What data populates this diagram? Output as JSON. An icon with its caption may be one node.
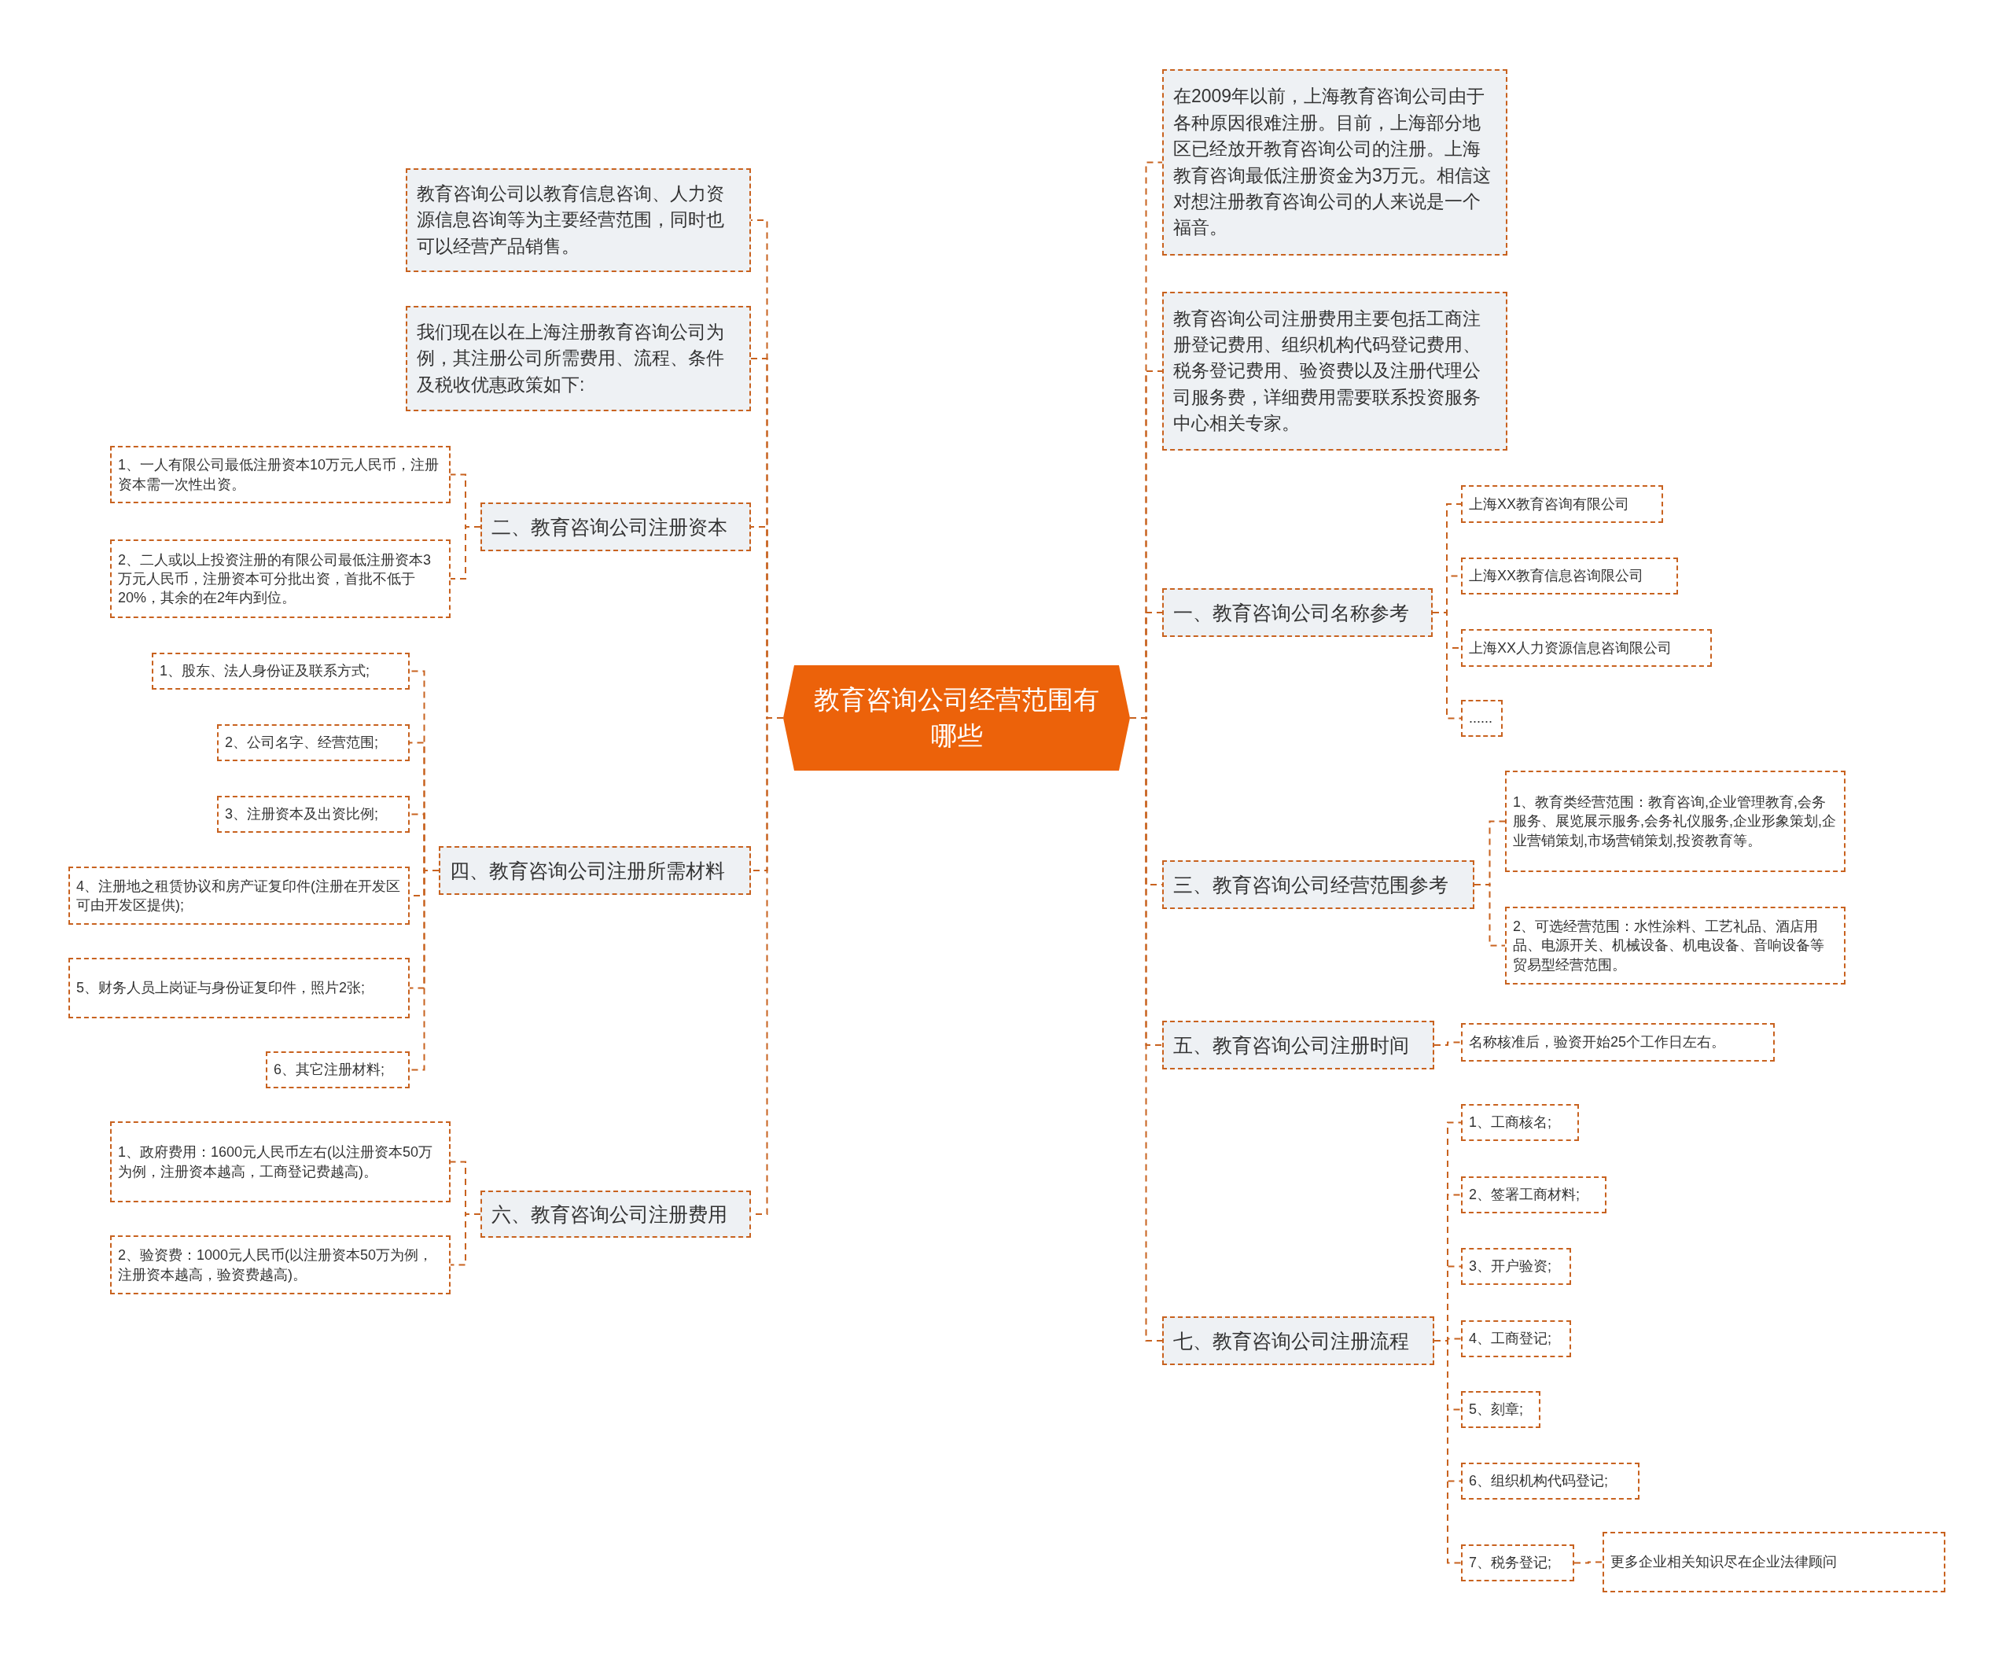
{
  "diagram": {
    "nodes": [
      {
        "text": [
          "教育咨询公司经营范围有哪些"
        ]
      },
      {
        "text": [
          "教育咨询公司以教育信息咨询、人力资源信息咨询等为主要经营范围，同时也可以经营产品销售。"
        ]
      },
      {
        "text": [
          "我们现在以在上海注册教育咨询公司为例，其注册公司所需费用、流程、条件及税收优惠政策如下:"
        ]
      },
      {
        "text": [
          "二、教育咨询公司注册资本"
        ]
      },
      {
        "text": [
          "1、一人有限公司最低注册资本10万元人民币，注册资本需一次性出资。"
        ]
      },
      {
        "text": [
          "2、二人或以上投资注册的有限公司最低注册资本3万元人民币，注册资本可分批出资，首批不低于20%，其余的在2年内到位。"
        ]
      },
      {
        "text": [
          "四、教育咨询公司注册所需材料"
        ]
      },
      {
        "text": [
          "1、股东、法人身份证及联系方式;"
        ]
      },
      {
        "text": [
          "2、公司名字、经营范围;"
        ]
      },
      {
        "text": [
          "3、注册资本及出资比例;"
        ]
      },
      {
        "text": [
          "4、注册地之租赁协议和房产证复印件(注册在开发区可由开发区提供);"
        ]
      },
      {
        "text": [
          "5、财务人员上岗证与身份证复印件，照片2张;"
        ]
      },
      {
        "text": [
          "6、其它注册材料;"
        ]
      },
      {
        "text": [
          "六、教育咨询公司注册费用"
        ]
      },
      {
        "text": [
          "1、政府费用：1600元人民币左右(以注册资本50万为例，注册资本越高，工商登记费越高)。"
        ]
      },
      {
        "text": [
          "2、验资费：1000元人民币(以注册资本50万为例，注册资本越高，验资费越高)。"
        ]
      },
      {
        "text": [
          "在2009年以前，上海教育咨询公司由于各种原因很难注册。目前，上海部分地区已经放开教育咨询公司的注册。上海教育咨询最低注册资金为3万元。相信这对想注册教育咨询公司的人来说是一个福音。"
        ]
      },
      {
        "text": [
          "教育咨询公司注册费用主要包括工商注册登记费用、组织机构代码登记费用、税务登记费用、验资费以及注册代理公司服务费，详细费用需要联系投资服务中心相关专家。"
        ]
      },
      {
        "text": [
          "一、教育咨询公司名称参考"
        ]
      },
      {
        "text": [
          "上海XX教育咨询有限公司"
        ]
      },
      {
        "text": [
          "上海XX教育信息咨询限公司"
        ]
      },
      {
        "text": [
          "上海XX人力资源信息咨询限公司"
        ]
      },
      {
        "text": [
          "......"
        ]
      },
      {
        "text": [
          "三、教育咨询公司经营范围参考"
        ]
      },
      {
        "text": [
          "1、教育类经营范围：教育咨询,企业管理教育,会务服务、展览展示服务,会务礼仪服务,企业形象策划,企业营销策划,市场营销策划,投资教育等。"
        ]
      },
      {
        "text": [
          "2、可选经营范围：水性涂料、工艺礼品、酒店用品、电源开关、机械设备、机电设备、音响设备等贸易型经营范围。"
        ]
      },
      {
        "text": [
          "五、教育咨询公司注册时间"
        ]
      },
      {
        "text": [
          "名称核准后，验资开始25个工作日左右。"
        ]
      },
      {
        "text": [
          "七、教育咨询公司注册流程"
        ]
      },
      {
        "text": [
          "1、工商核名;"
        ]
      },
      {
        "text": [
          "2、签署工商材料;"
        ]
      },
      {
        "text": [
          "3、开户验资;"
        ]
      },
      {
        "text": [
          "4、工商登记;"
        ]
      },
      {
        "text": [
          "5、刻章;"
        ]
      },
      {
        "text": [
          "6、组织机构代码登记;"
        ]
      },
      {
        "text": [
          "7、税务登记;"
        ]
      },
      {
        "text": [
          "更多企业相关知识尽在企业法律顾问"
        ]
      }
    ],
    "edges": [
      {
        "from": 0,
        "to": 1,
        "arrow": "none",
        "style": "dashed"
      },
      {
        "from": 0,
        "to": 2,
        "arrow": "none",
        "style": "dashed"
      },
      {
        "from": 0,
        "to": 3,
        "arrow": "none",
        "style": "dashed"
      },
      {
        "from": 3,
        "to": 4,
        "arrow": "none",
        "style": "dashed"
      },
      {
        "from": 3,
        "to": 5,
        "arrow": "none",
        "style": "dashed"
      },
      {
        "from": 0,
        "to": 6,
        "arrow": "none",
        "style": "dashed"
      },
      {
        "from": 6,
        "to": 7,
        "arrow": "none",
        "style": "dashed"
      },
      {
        "from": 6,
        "to": 8,
        "arrow": "none",
        "style": "dashed"
      },
      {
        "from": 6,
        "to": 9,
        "arrow": "none",
        "style": "dashed"
      },
      {
        "from": 6,
        "to": 10,
        "arrow": "none",
        "style": "dashed"
      },
      {
        "from": 6,
        "to": 11,
        "arrow": "none",
        "style": "dashed"
      },
      {
        "from": 6,
        "to": 12,
        "arrow": "none",
        "style": "dashed"
      },
      {
        "from": 0,
        "to": 13,
        "arrow": "none",
        "style": "dashed"
      },
      {
        "from": 13,
        "to": 14,
        "arrow": "none",
        "style": "dashed"
      },
      {
        "from": 13,
        "to": 15,
        "arrow": "none",
        "style": "dashed"
      },
      {
        "from": 0,
        "to": 16,
        "arrow": "none",
        "style": "dashed"
      },
      {
        "from": 0,
        "to": 17,
        "arrow": "none",
        "style": "dashed"
      },
      {
        "from": 0,
        "to": 18,
        "arrow": "none",
        "style": "dashed"
      },
      {
        "from": 18,
        "to": 19,
        "arrow": "none",
        "style": "dashed"
      },
      {
        "from": 18,
        "to": 20,
        "arrow": "none",
        "style": "dashed"
      },
      {
        "from": 18,
        "to": 21,
        "arrow": "none",
        "style": "dashed"
      },
      {
        "from": 18,
        "to": 22,
        "arrow": "none",
        "style": "dashed"
      },
      {
        "from": 0,
        "to": 23,
        "arrow": "none",
        "style": "dashed"
      },
      {
        "from": 23,
        "to": 24,
        "arrow": "none",
        "style": "dashed"
      },
      {
        "from": 23,
        "to": 25,
        "arrow": "none",
        "style": "dashed"
      },
      {
        "from": 0,
        "to": 26,
        "arrow": "none",
        "style": "dashed"
      },
      {
        "from": 26,
        "to": 27,
        "arrow": "none",
        "style": "dashed"
      },
      {
        "from": 0,
        "to": 28,
        "arrow": "none",
        "style": "dashed"
      },
      {
        "from": 28,
        "to": 29,
        "arrow": "none",
        "style": "dashed"
      },
      {
        "from": 28,
        "to": 30,
        "arrow": "none",
        "style": "dashed"
      },
      {
        "from": 28,
        "to": 31,
        "arrow": "none",
        "style": "dashed"
      },
      {
        "from": 28,
        "to": 32,
        "arrow": "none",
        "style": "dashed"
      },
      {
        "from": 28,
        "to": 33,
        "arrow": "none",
        "style": "dashed"
      },
      {
        "from": 28,
        "to": 34,
        "arrow": "none",
        "style": "dashed"
      },
      {
        "from": 28,
        "to": 35,
        "arrow": "none",
        "style": "dashed"
      },
      {
        "from": 35,
        "to": 36,
        "arrow": "none",
        "style": "dashed"
      }
    ]
  }
}
